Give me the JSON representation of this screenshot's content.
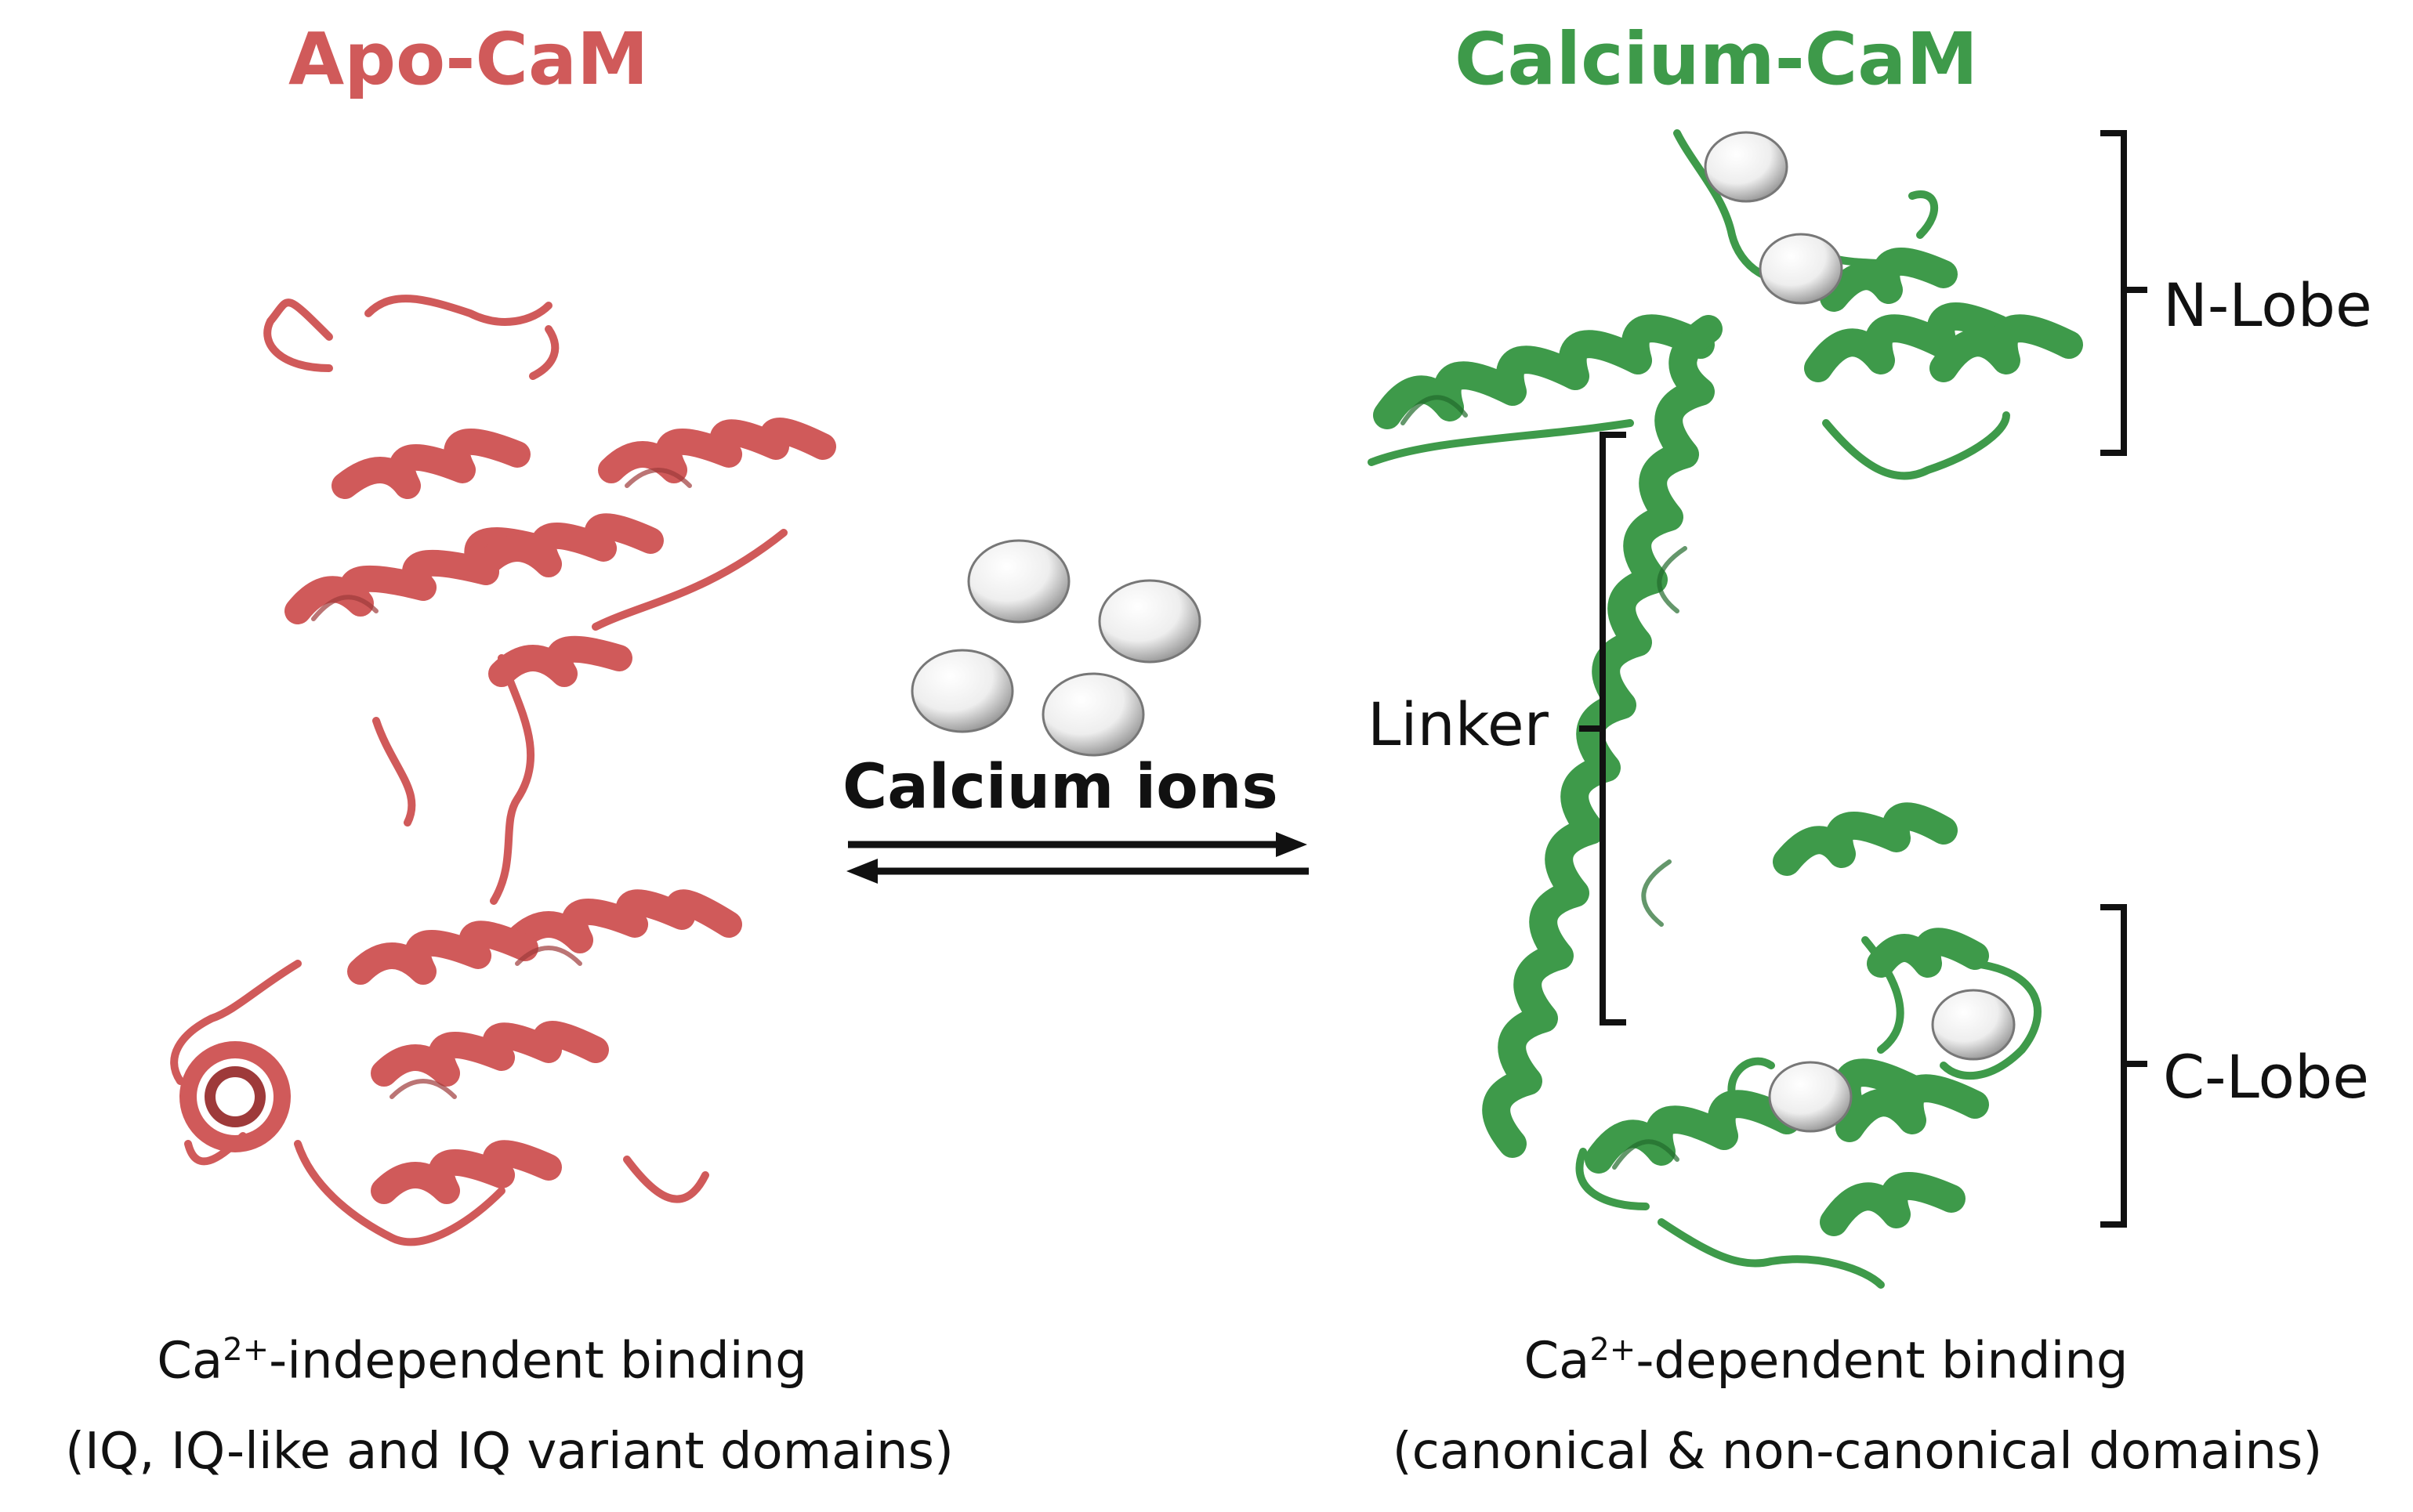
{
  "titles": {
    "apo": "Apo-CaM",
    "calcium": "Calcium-CaM"
  },
  "arrow_label": "Calcium ions",
  "brackets": {
    "n_lobe": "N-Lobe",
    "c_lobe": "C-Lobe",
    "linker": "Linker"
  },
  "captions": {
    "apo_line1_prefix": "Ca",
    "apo_line1_sup": "2+",
    "apo_line1_rest": "-independent binding",
    "apo_line2": "(IQ, IQ-like and IQ variant domains)",
    "ca_line1_prefix": "Ca",
    "ca_line1_sup": "2+",
    "ca_line1_rest": "-dependent binding",
    "ca_line2": "(canonical & non-canonical domains)"
  },
  "colors": {
    "apo": "#d05a5a",
    "apo_dark": "#9e3a3a",
    "calcium": "#3e9a4a",
    "calcium_dark": "#226b2c",
    "ion": "#f2f2f2"
  }
}
